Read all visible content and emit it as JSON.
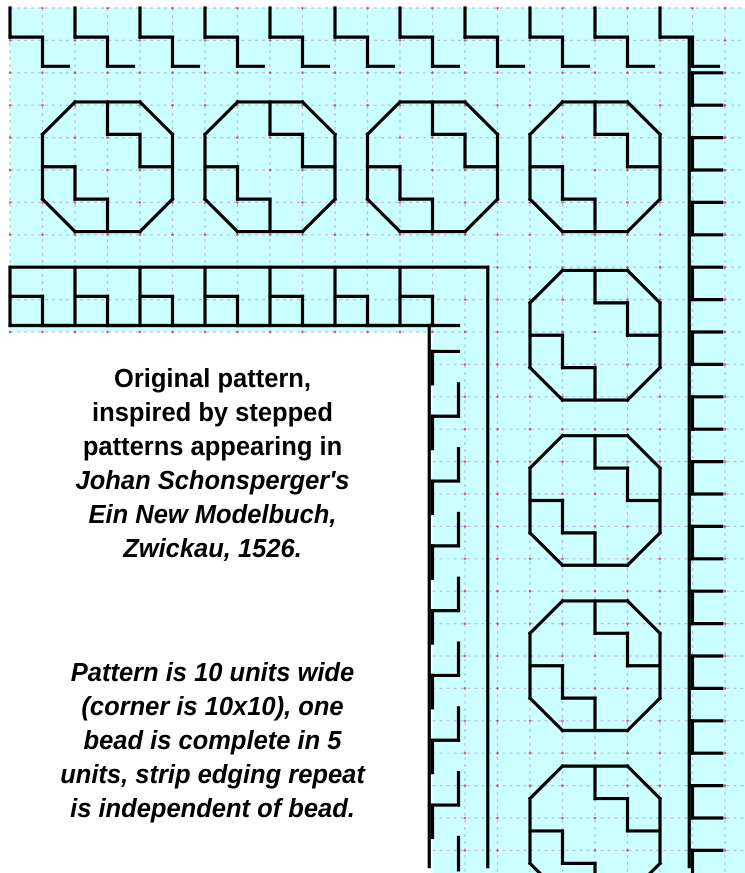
{
  "caption": {
    "line1": "Original pattern,",
    "line2": "inspired by stepped",
    "line3": "patterns appearing in",
    "line4": "Johan Schonsperger's",
    "line5": "Ein New Modelbuch,",
    "line6": "Zwickau, 1526."
  },
  "note": {
    "line1": "Pattern is 10 units wide",
    "line2": "(corner is 10x10), one",
    "line3": "bead is complete in 5",
    "line4": "units, strip edging repeat",
    "line5": "is independent of bead."
  },
  "colors": {
    "background": "#ffffff",
    "grid_fill": "#ccffff",
    "grid_lines": "#b8bcf4",
    "ink": "#000000",
    "dot": "#cc0000"
  }
}
